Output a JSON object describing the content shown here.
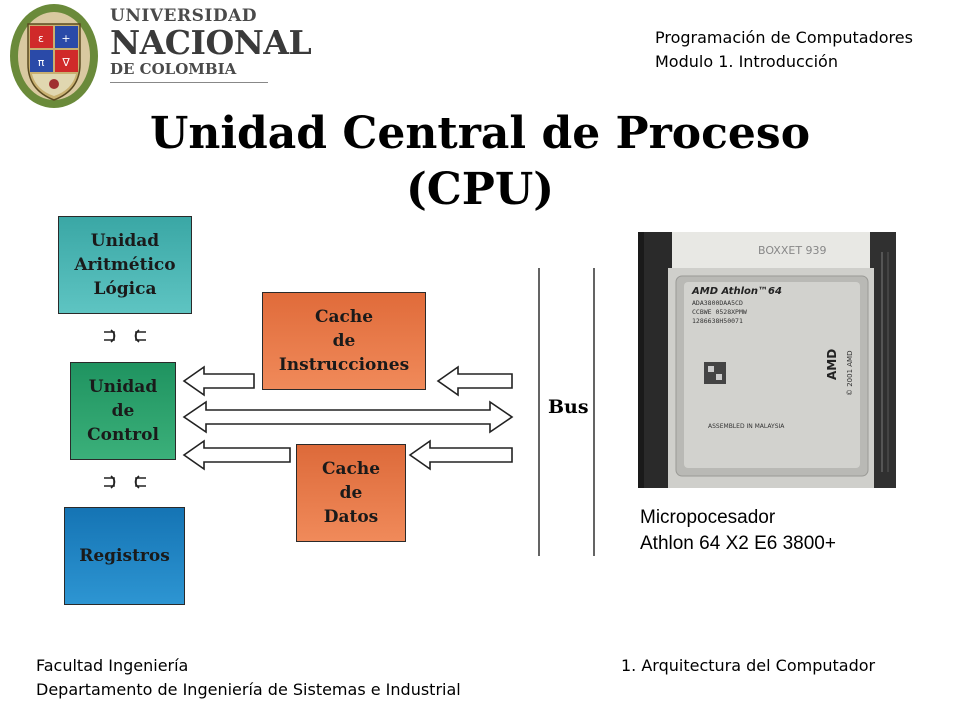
{
  "header": {
    "university_line1": "UNIVERSIDAD",
    "university_line2": "NACIONAL",
    "university_line3": "DE COLOMBIA",
    "course_line1": "Programación de Computadores",
    "course_line2": "Modulo 1. Introducción"
  },
  "title": {
    "line1": "Unidad Central de Proceso",
    "line2": "(CPU)"
  },
  "diagram": {
    "alu_label": "Unidad\nAritmético\nLógica",
    "control_label": "Unidad\nde\nControl",
    "registers_label": "Registros",
    "instruction_cache_label": "Cache\nde\nInstrucciones",
    "data_cache_label": "Cache\nde\nDatos",
    "bus_label": "Bus",
    "colors": {
      "alu": "#4cb6b4",
      "control": "#2ea16d",
      "registers": "#1f84c3",
      "cache": "#ea7a4a"
    }
  },
  "photo": {
    "chip_text_line1": "AMD Athlon™64",
    "chip_text_line2": "ADA3800DAA5CD",
    "chip_text_line3": "CCBWE 0528XPMW",
    "chip_text_line4": "1286638H50071",
    "chip_text_amd": "AMD",
    "chip_text_copyright": "© 2001 AMD",
    "chip_text_assembled": "ASSEMBLED IN MALAYSIA",
    "socket_text": "BOXXET 939",
    "caption_line1": "Micropocesador",
    "caption_line2": "Athlon 64 X2 E6 3800+"
  },
  "footer": {
    "left_line1": "Facultad Ingeniería",
    "left_line2": "Departamento de Ingeniería de Sistemas e Industrial",
    "right_line1": "1. Arquitectura del Computador"
  }
}
